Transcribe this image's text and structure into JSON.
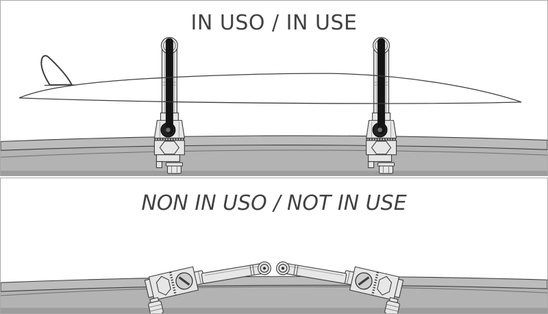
{
  "panels": [
    {
      "id": "in-use",
      "title": "IN USO / IN USE"
    },
    {
      "id": "not-in-use",
      "title": "NON IN USO / NOT IN USE"
    }
  ],
  "colors": {
    "bg": "#ffffff",
    "border": "#a9a9a9",
    "text": "#414141",
    "line": "#3c3c3c",
    "roof": "#b3b3b3",
    "band": "#bcbcbc",
    "strip": "#9d9d9d",
    "part": "#e7e7e7",
    "strap": "#141414"
  }
}
